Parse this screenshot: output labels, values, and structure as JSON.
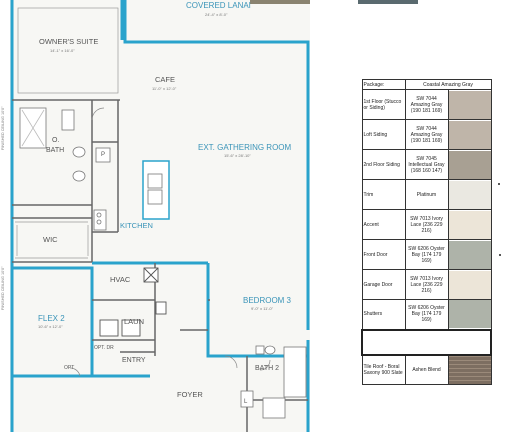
{
  "plan": {
    "rooms": {
      "covered_lanai": {
        "name": "COVERED LANAI",
        "dim": "24'-4\" x 8'-0\""
      },
      "owners_suite": {
        "name": "OWNER'S SUITE",
        "dim": "14'-1\" x 16'-0\""
      },
      "cafe": {
        "name": "CAFE",
        "dim": "11'-0\" x 12'-0\""
      },
      "o_bath_line1": "O.",
      "o_bath_line2": "BATH",
      "pantry": "P",
      "ext_gathering": {
        "name": "EXT. GATHERING ROOM",
        "dim": "15'-6\" x 28'-10\""
      },
      "kitchen": "KITCHEN",
      "wic": "WIC",
      "hvac": "HVAC",
      "laun": "LAUN",
      "bedroom3": {
        "name": "BEDROOM 3",
        "dim": "9'-0\" x 11'-0\""
      },
      "flex2": {
        "name": "FLEX 2",
        "dim": "10'-6\" x 12'-0\""
      },
      "opt_dr": "OPT. DR",
      "entry": "ENTRY",
      "opt": "OPT",
      "foyer": "FOYER",
      "bath2": "BATH 2",
      "linen": "L"
    },
    "side_labels": [
      "FINISHED CEILING 10'0\"",
      "FINISHED CEILING 10'0\""
    ]
  },
  "schedule": {
    "header": {
      "label": "Package:",
      "value": "Coastal Amazing Gray"
    },
    "rows": [
      {
        "label": "1st Floor (Stucco or Siding)",
        "value": "SW 7044 Amazing Gray (190 181 169)",
        "color": "#bfb5a9"
      },
      {
        "label": "Loft Siding",
        "value": "SW 7044 Amazing Gray (190 181 169)",
        "color": "#bfb5a9"
      },
      {
        "label": "2nd Floor Siding",
        "value": "SW 7045 Intellectual Gray (168 160 147)",
        "color": "#a8a093"
      },
      {
        "label": "Trim",
        "value": "Platinum",
        "color": "#eae8e1"
      },
      {
        "label": "Accent",
        "value": "SW 7013 Ivory Lace (236 229 216)",
        "color": "#ece5d8"
      },
      {
        "label": "Front Door",
        "value": "SW 6206 Oyster Bay (174 179 169)",
        "color": "#aeb3a9"
      },
      {
        "label": "Garage Door",
        "value": "SW 7013 Ivory Lace (236 229 216)",
        "color": "#ece5d8"
      },
      {
        "label": "Shutters",
        "value": "SW 6206 Oyster Bay (174 179 169)",
        "color": "#aeb3a9"
      }
    ],
    "roof": {
      "label": "Tile Roof - Boral Saxony 900 Slate",
      "value": "Ashen Blend",
      "color": "#7d6e61"
    }
  },
  "colors": {
    "wall": "#2aa3cc",
    "interior_wall": "#555555",
    "label": "#3a94b8",
    "floor": "#f7f7f4"
  }
}
